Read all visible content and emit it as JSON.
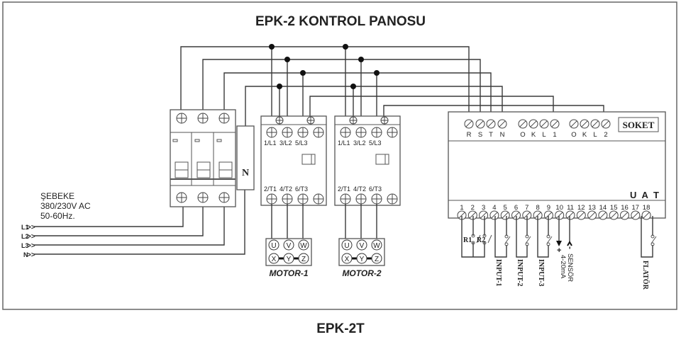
{
  "title": "EPK-2 KONTROL PANOSU",
  "footer": "EPK-2T",
  "supply": {
    "label_line1": "ŞEBEKE",
    "label_line2": "380/230V AC",
    "label_line3": "50-60Hz.",
    "lines": [
      "L1",
      "L2",
      "L3",
      "N"
    ]
  },
  "breaker": {
    "neutral_label": "N"
  },
  "contactors": [
    {
      "top_labels": [
        "1/L1",
        "3/L2",
        "5/L3"
      ],
      "bottom_labels": [
        "2/T1",
        "4/T2",
        "6/T3"
      ]
    },
    {
      "top_labels": [
        "1/L1",
        "3/L2",
        "5/L3"
      ],
      "bottom_labels": [
        "2/T1",
        "4/T2",
        "6/T3"
      ]
    }
  ],
  "motors": [
    {
      "name": "MOTOR-1",
      "top_terminals": [
        "U",
        "V",
        "W"
      ],
      "bottom_terminals": [
        "X",
        "Y",
        "Z"
      ]
    },
    {
      "name": "MOTOR-2",
      "top_terminals": [
        "U",
        "V",
        "W"
      ],
      "bottom_terminals": [
        "X",
        "Y",
        "Z"
      ]
    }
  ],
  "controller": {
    "socket_label": "SOKET",
    "top_terminals": [
      "R",
      "S",
      "T",
      "N",
      "O",
      "K",
      "L",
      "1",
      "O",
      "K",
      "L",
      "2"
    ],
    "brand_label": "U A T",
    "bottom_terminals": [
      "1",
      "2",
      "3",
      "4",
      "5",
      "6",
      "7",
      "8",
      "9",
      "10",
      "11",
      "12",
      "13",
      "14",
      "15",
      "16",
      "17",
      "18"
    ],
    "io_labels": {
      "r1": "R1",
      "r2": "R2",
      "input1": "INPUT-1",
      "input2": "INPUT-2",
      "input3": "INPUT-3",
      "analog": "4-20mA",
      "plus": "+",
      "minus": "-",
      "sensor": "SENSÖR",
      "float": "FLATÖR"
    }
  }
}
